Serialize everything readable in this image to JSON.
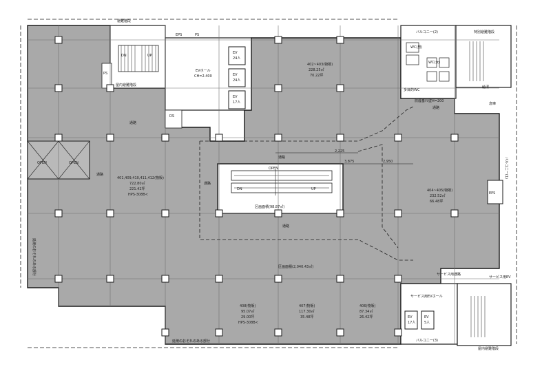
{
  "colors": {
    "floor": "#a9a9a9",
    "core": "#ffffff",
    "wall": "#1a1a1a",
    "grid": "#6f6f6f",
    "ink": "#1c1c1c"
  },
  "labels": {
    "stair_nw": "避難階段",
    "stair_nw_inner": "屋内避難階段",
    "eps_top": "EPS",
    "ps_top": "PS",
    "ev_hall": "EVホール",
    "ev_hall_dim": "CH=2.400",
    "ev1_name": "EV",
    "ev1_spec": "24人",
    "ev2_name": "EV",
    "ev2_spec": "24人",
    "ev3_name": "EV",
    "ev3_spec": "17人",
    "ps_left": "PS",
    "ds_left": "DS",
    "corridor_a": "通路",
    "corridor_b": "通路",
    "corridor_c": "通路",
    "corridor_d": "通路",
    "corridor_e": "通路",
    "corridor_f": "通路",
    "void_1": "OPEN",
    "void_2": "OPEN",
    "room_402_name": "402~403(物販)",
    "room_402_area": "228.25㎡",
    "room_402_tsubo": "70.22坪",
    "room_401_name": "401,409,410,411,412(物販)",
    "room_401_area": "722.80㎡",
    "room_401_tsubo": "221.42坪",
    "room_401_note": "HPS-308B<",
    "room_404_name": "404~405(物販)",
    "room_404_area": "232.52㎡",
    "room_404_tsubo": "66.48坪",
    "room_408_name": "408(物販)",
    "room_408_area": "95.07㎡",
    "room_408_tsubo": "29.00坪",
    "room_408_note": "HPS-308B<",
    "room_407_name": "407(物販)",
    "room_407_area": "117.30㎡",
    "room_407_tsubo": "35.48坪",
    "room_406_name": "406(物販)",
    "room_406_area": "87.34㎡",
    "room_406_tsubo": "26.42坪",
    "escalator_label": "区画面積(98.87㎡)",
    "section_total": "区画面積(2,040.43㎡)",
    "balcony_2": "バルコニー(2)",
    "balcony_1": "バルコニー(1)",
    "balcony_3": "バルコニー(3)",
    "stair_ne": "特別避難階段",
    "stair_se": "屋内避難階段",
    "wc_m": "WC(男)",
    "wc_f": "WC(女)",
    "wc_multi": "多目的WC",
    "disaster_ctrl": "防煙垂れ壁H=200",
    "service_ev": "サービス用EV",
    "service_corridor": "サービス用通路",
    "service_ev_hall": "サービス用EVホール",
    "sev1_name": "EV",
    "sev1_spec": "17人",
    "sev2_name": "EV",
    "sev2_spec": "5人",
    "eps_right": "EPS",
    "kitchen": "給湯",
    "storage": "倉庫",
    "note_left": "延焼のおそれのある部分",
    "note_bottom": "延焼のおそれのある部分",
    "dim_1": "2,225",
    "dim_2": "3,875",
    "dim_3": "2,950",
    "dn": "DN",
    "up": "UP",
    "open_esc": "OPEN",
    "esc_dn": "DN",
    "esc_up": "UP"
  }
}
